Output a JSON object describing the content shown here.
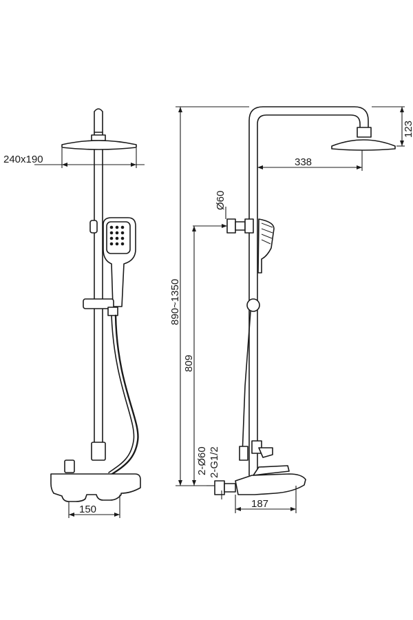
{
  "dimensions": {
    "head_size": "240x190",
    "head_height": "123",
    "arm_reach": "338",
    "pipe_diameter": "Ø60",
    "total_height": "890~1350",
    "wall_to_bracket": "809",
    "inlet_flange": "2-Ø60",
    "inlet_thread": "2-G1/2",
    "inlet_spacing": "150",
    "mixer_depth": "187"
  }
}
